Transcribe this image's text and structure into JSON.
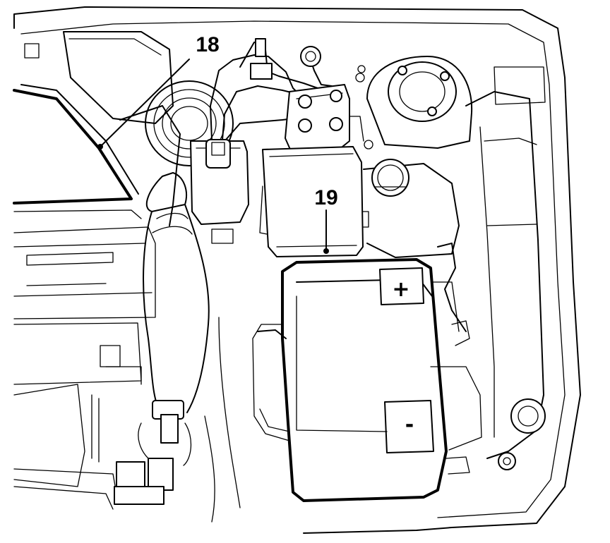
{
  "callouts": [
    {
      "id": "callout-18",
      "label": "18"
    },
    {
      "id": "callout-19",
      "label": "19"
    }
  ],
  "battery": {
    "positive_label": "+",
    "negative_label": "-"
  },
  "colors": {
    "line": "#000000",
    "background": "#ffffff"
  }
}
